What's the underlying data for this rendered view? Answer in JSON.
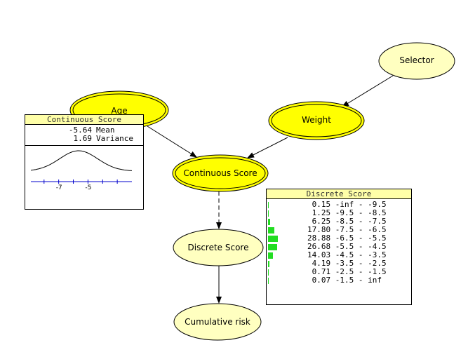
{
  "nodes": {
    "selector": "Selector",
    "weight": "Weight",
    "age": "Age",
    "continuous_score": "Continuous Score",
    "discrete_score": "Discrete Score",
    "cumulative_risk": "Cumulative risk"
  },
  "continuous_monitor": {
    "title": "Continuous Score",
    "mean_value": "-5.64",
    "mean_label": "Mean",
    "variance_value": "1.69",
    "variance_label": "Variance",
    "tick_labels": [
      "-7",
      "-5"
    ],
    "curve_color": "#000000",
    "axis_color": "#0000cc"
  },
  "discrete_monitor": {
    "title": "Discrete Score",
    "bar_color": "#22dd22",
    "rows": [
      {
        "pct": 0.15,
        "label": "0.15",
        "range": "-inf - -9.5"
      },
      {
        "pct": 1.25,
        "label": "1.25",
        "range": "-9.5 - -8.5"
      },
      {
        "pct": 6.25,
        "label": "6.25",
        "range": "-8.5 - -7.5"
      },
      {
        "pct": 17.8,
        "label": "17.80",
        "range": "-7.5 - -6.5"
      },
      {
        "pct": 28.88,
        "label": "28.88",
        "range": "-6.5 - -5.5"
      },
      {
        "pct": 26.68,
        "label": "26.68",
        "range": "-5.5 - -4.5"
      },
      {
        "pct": 14.03,
        "label": "14.03",
        "range": "-4.5 - -3.5"
      },
      {
        "pct": 4.19,
        "label": "4.19",
        "range": "-3.5 - -2.5"
      },
      {
        "pct": 0.71,
        "label": "0.71",
        "range": "-2.5 - -1.5"
      },
      {
        "pct": 0.07,
        "label": "0.07",
        "range": "-1.5 - inf"
      }
    ]
  },
  "colors": {
    "observed_node_fill": "#ffff00",
    "plain_node_fill": "#ffffc0"
  }
}
